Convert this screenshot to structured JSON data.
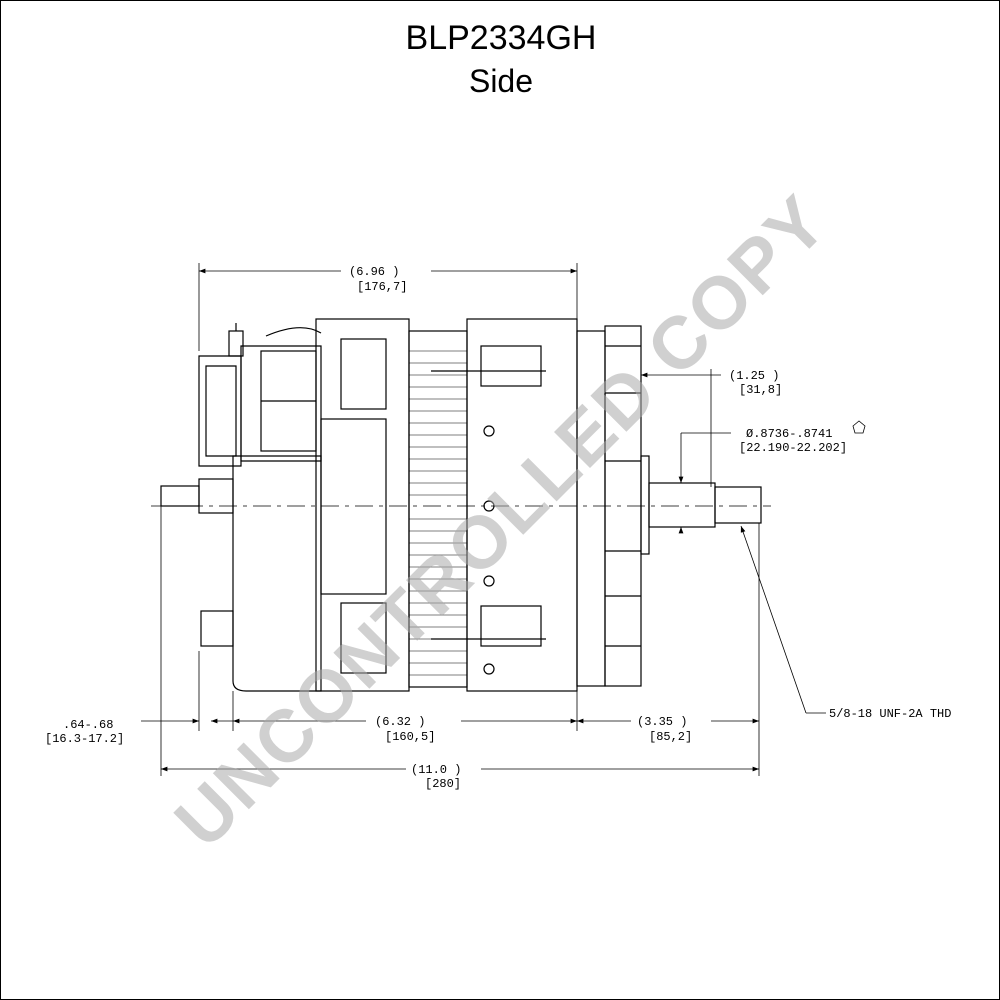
{
  "title": "BLP2334GH",
  "subtitle": "Side",
  "watermark": "UNCONTROLLED COPY",
  "dimensions": {
    "overall_length_in": "(6.96   )",
    "overall_length_mm": "[176,7]",
    "pulley_offset_in": "(1.25   )",
    "pulley_offset_mm": "[31,8]",
    "shaft_dia_in": "Ø.8736-.8741",
    "shaft_dia_mm": "[22.190-22.202]",
    "terminal_in": ".64-.68",
    "terminal_mm": "[16.3-17.2]",
    "body_length_in": "(6.32    )",
    "body_length_mm": "[160,5]",
    "shaft_length_in": "(3.35   )",
    "shaft_length_mm": "[85,2]",
    "total_length_in": "(11.0 )",
    "total_length_mm": "[280]",
    "thread_callout": "5/8-18 UNF-2A THD"
  }
}
